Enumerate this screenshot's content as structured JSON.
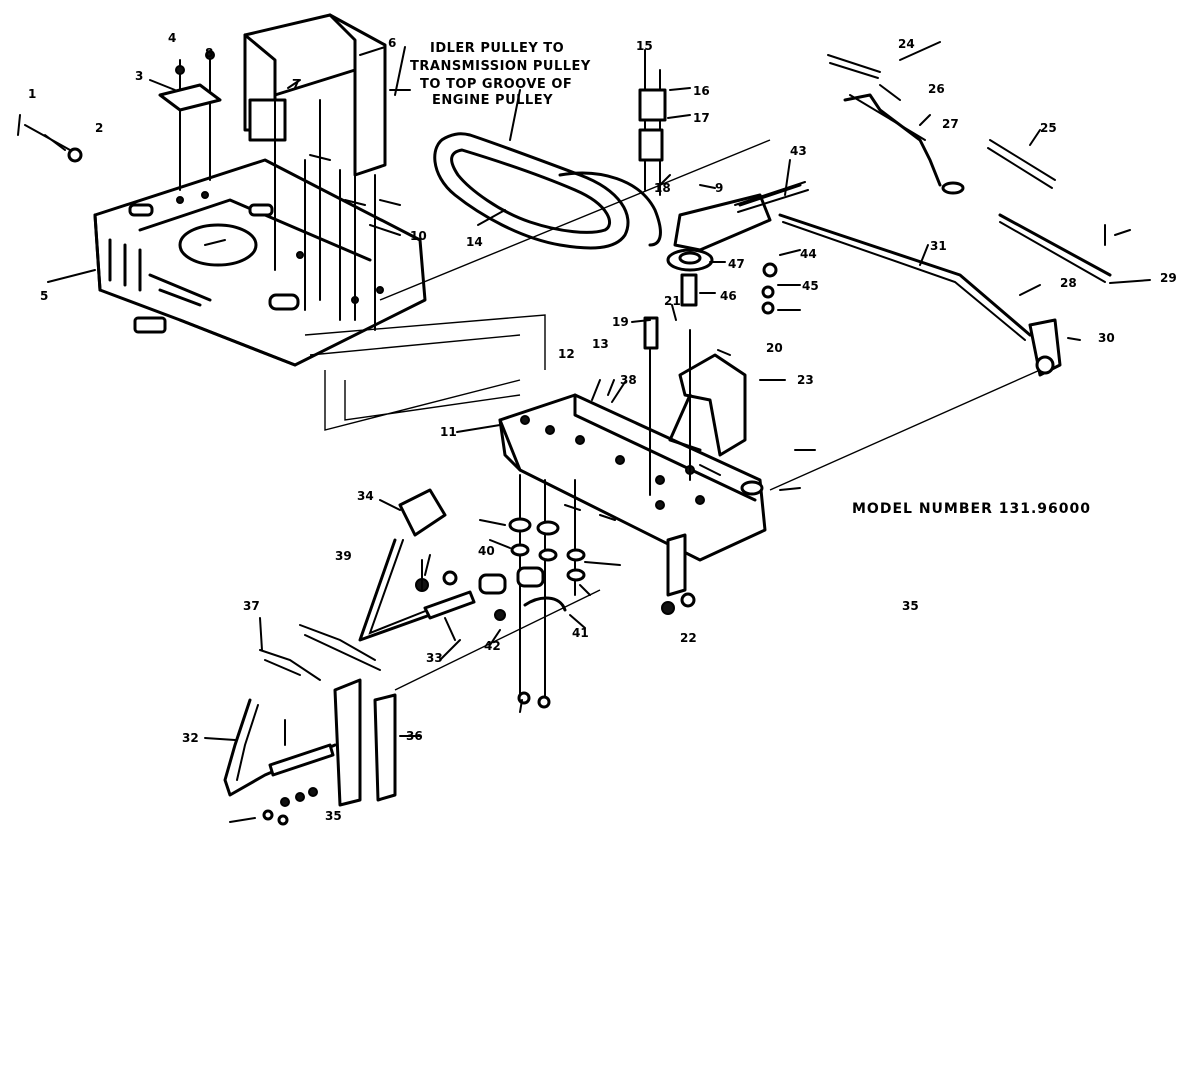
{
  "note": {
    "line1": "IDLER PULLEY TO",
    "line2": "TRANSMISSION PULLEY",
    "line3": "TO TOP GROOVE OF",
    "line4": "ENGINE PULLEY"
  },
  "model_number": "MODEL NUMBER 131.96000",
  "page_number": "35",
  "callouts": [
    "1",
    "2",
    "3",
    "4",
    "5",
    "6",
    "7",
    "8",
    "9",
    "10",
    "11",
    "12",
    "13",
    "14",
    "15",
    "16",
    "17",
    "18",
    "19",
    "20",
    "21",
    "22",
    "23",
    "24",
    "25",
    "26",
    "27",
    "28",
    "29",
    "30",
    "31",
    "32",
    "33",
    "34",
    "35",
    "36",
    "37",
    "38",
    "39",
    "40",
    "41",
    "42",
    "43",
    "44",
    "45",
    "46",
    "47"
  ]
}
